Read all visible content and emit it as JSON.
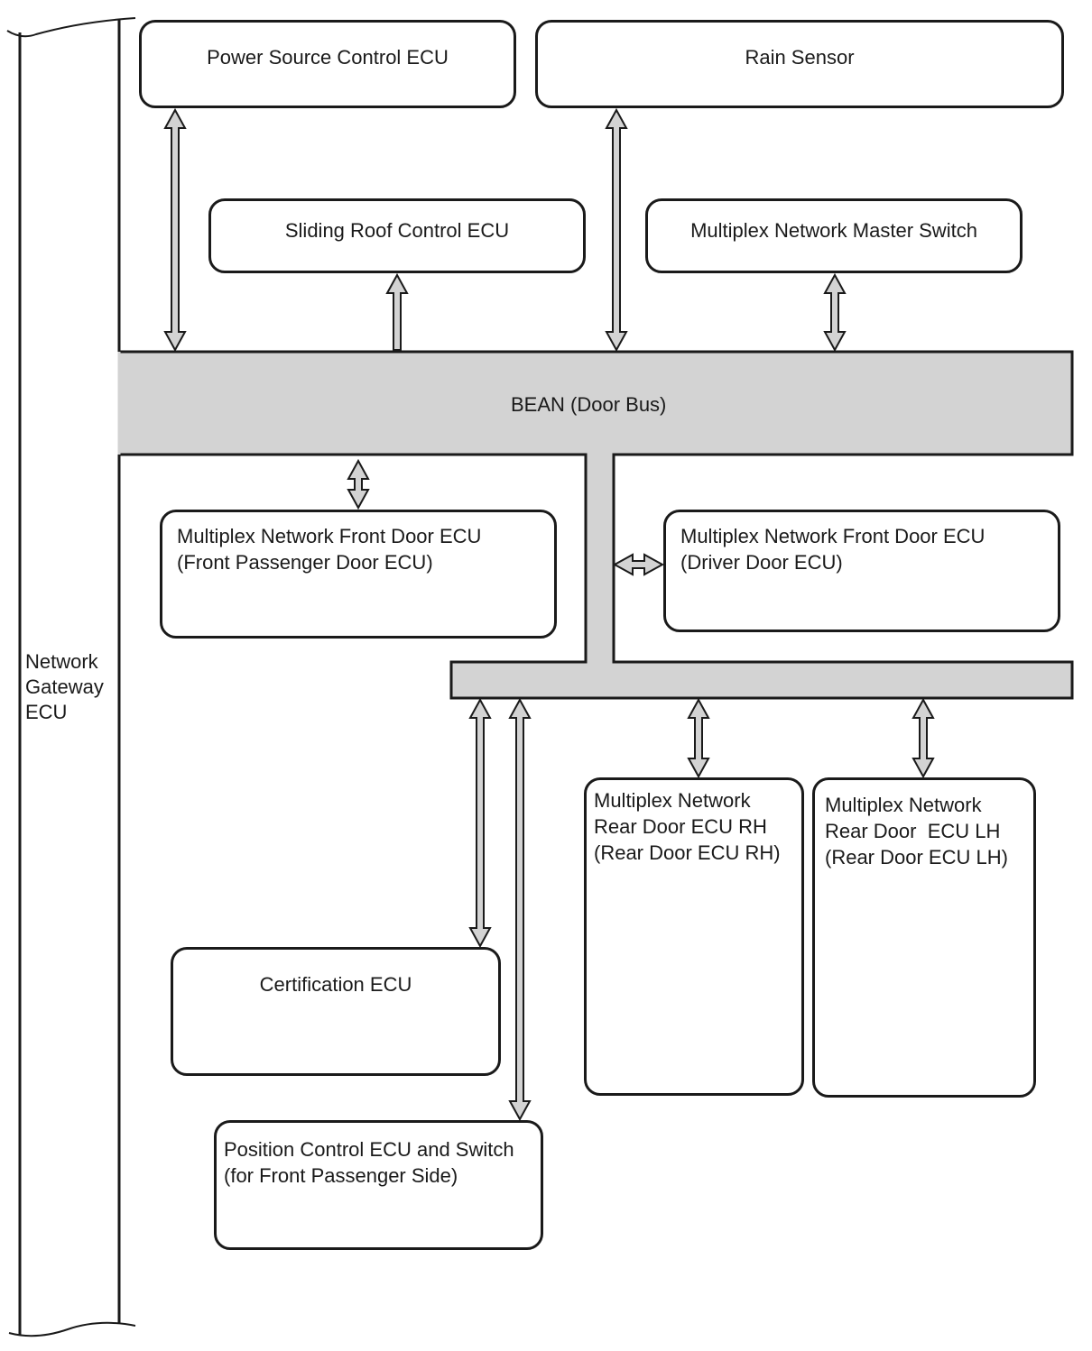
{
  "gateway": {
    "label": "Network\nGateway\nECU"
  },
  "bus": {
    "label": "BEAN (Door Bus)"
  },
  "colors": {
    "bus_fill": "#d3d3d3",
    "stroke": "#1a1a1a",
    "arrow_fill": "#d3d3d3"
  },
  "boxes": {
    "power_source": {
      "label": "Power Source Control ECU"
    },
    "rain_sensor": {
      "label": "Rain Sensor"
    },
    "sliding_roof": {
      "label": "Sliding Roof Control ECU"
    },
    "master_switch": {
      "label": "Multiplex Network Master Switch"
    },
    "front_passenger_door": {
      "label": "Multiplex Network Front Door ECU\n(Front Passenger Door ECU)"
    },
    "driver_door": {
      "label": "Multiplex Network Front Door ECU\n(Driver Door ECU)"
    },
    "rear_door_rh": {
      "label": "Multiplex Network\nRear Door ECU RH\n(Rear Door ECU RH)"
    },
    "rear_door_lh": {
      "label": "Multiplex Network\nRear Door  ECU LH\n(Rear Door ECU LH)"
    },
    "certification": {
      "label": "Certification ECU"
    },
    "position_control": {
      "label": "Position Control ECU and Switch\n(for Front Passenger Side)"
    }
  }
}
